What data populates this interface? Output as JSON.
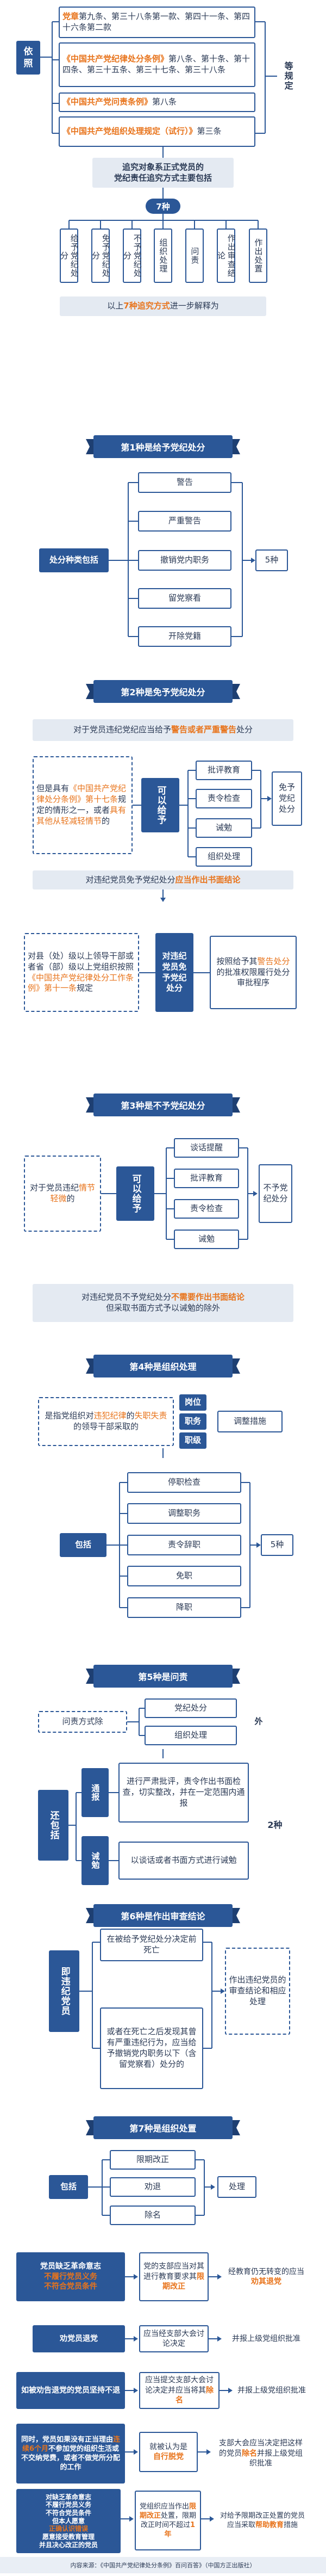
{
  "basis": {
    "label": "依照",
    "items": [
      [
        "党章",
        "第九条、第三十八条第一款、第四十一条、第四十六条第二款"
      ],
      [
        "《中国共产党纪律处分条例》",
        "第八条、第十条、第十四条、第三十五条、第三十七条、第三十八条"
      ],
      [
        "《中国共产党问责条例》",
        "第八条"
      ],
      [
        "《中国共产党组织处理规定（试行）》",
        "第三条"
      ]
    ],
    "side": "等规定"
  },
  "summary": {
    "line1": "追究对象系正式党员的",
    "line2": "党纪责任追究方式主要包括",
    "count": "7种",
    "ways": [
      "给予党纪处分",
      "免予党纪处分",
      "不予党纪处分",
      "组织处理",
      "问责",
      "作出审查结论",
      "作出处置"
    ],
    "intro_pre": "以上",
    "intro_hl": "7种追究方式",
    "intro_post": "进一步解释为"
  },
  "s1": {
    "title": "第1种是给予党纪处分",
    "left": "处分种类包括",
    "items": [
      "警告",
      "严重警告",
      "撤销党内职务",
      "留党察看",
      "开除党籍"
    ],
    "right": "5种"
  },
  "s2": {
    "title": "第2种是免予党纪处分",
    "note_pre": "对于党员违纪党纪应当给予",
    "note_hl": "警告或者严重警告",
    "note_post": "处分",
    "cond_a": "但是具有",
    "cond_b": "《中国共产党纪律处分条例》第十七条",
    "cond_c": "规定的情形之一，或者",
    "cond_d": "具有其他从轻减轻情节",
    "cond_e": "的",
    "mid": "可以给予",
    "items": [
      "批评教育",
      "责令检查",
      "诫勉",
      "组织处理"
    ],
    "right": "免予党纪处分",
    "rule_pre": "对违纪党员免予党纪处分",
    "rule_hl": "应当作出书面结论",
    "spec_a": "对县（处）级以上领导干部或者省（部）级以上党组织按照",
    "spec_b": "《中国共产党纪律处分工作条例》",
    "spec_c": "第十一条",
    "spec_d": "规定",
    "spec_mid": "对违纪党员免予党纪处分",
    "spec_right_a": "按照给予其",
    "spec_right_b": "警告处分",
    "spec_right_c": "的批准权限履行处分审批程序"
  },
  "s3": {
    "title": "第3种是不予党纪处分",
    "left_a": "对于党员违纪",
    "left_b": "情节轻微",
    "left_c": "的",
    "mid": "可以给予",
    "items": [
      "谈话提醒",
      "批评教育",
      "责令检查",
      "诫勉"
    ],
    "right": "不予党纪处分",
    "rule_a": "对违纪党员不予党纪处分",
    "rule_b": "不需要作出书面结论",
    "rule_c": "但采取书面方式予以诫勉的除外"
  },
  "s4": {
    "title": "第4种是组织处理",
    "left_a": "是指党组织对",
    "left_b": "违犯纪律",
    "left_c": "的",
    "left_d": "失职失责",
    "left_e": "的领导干部采取的",
    "targets": [
      "岗位",
      "职务",
      "职级"
    ],
    "measure": "调整措施",
    "label": "包括",
    "items": [
      "停职检查",
      "调整职务",
      "责令辞职",
      "免职",
      "降职"
    ],
    "right": "5种"
  },
  "s5": {
    "title": "第5种是问责",
    "left": "问责方式除",
    "items": [
      "党纪处分",
      "组织处理"
    ],
    "right": "外",
    "also": "还包括",
    "sub1": "通报",
    "sub1_text": "进行严肃批评，责令作出书面检查，切实整改，并在一定范围内通报",
    "sub2": "诫勉",
    "sub2_text": "以谈话或者书面方式进行诫勉",
    "right2": "2种"
  },
  "s6": {
    "title": "第6种是作出审查结论",
    "left": "即违纪党员",
    "box1": "在被给予党纪处分决定前死亡",
    "box2": "或者在死亡之后发现其曾有严重违纪行为，应当给予撤销党内职务以下（含留党察看）处分的",
    "right": "作出违纪党员的审查结论和相应处理"
  },
  "s7": {
    "title": "第7种是组织处置",
    "label": "包括",
    "items": [
      "限期改正",
      "劝退",
      "除名"
    ],
    "right": "处理",
    "rows": [
      {
        "left_a": "党员缺乏革命意志",
        "left_b": "不履行党员义务",
        "left_c": "不符合党员条件",
        "mid_a": "党的支部应当对其进行教育",
        "mid_b": "要求其",
        "mid_c": "限期改正",
        "right_a": "经教育仍无转变的应当",
        "right_b": "劝其退党"
      },
      {
        "left_a": "劝党员退党",
        "mid": "应当经支部大会讨论决定",
        "right": "并报上级党组织批准"
      },
      {
        "left_a": "如被劝告退党的党员坚持不退",
        "mid_a": "应当提交支部大会讨论决定",
        "mid_b": "并应当将其",
        "mid_c": "除名",
        "right": "并报上级党组织批准"
      },
      {
        "left_a": "同时，党员如果没有正当理由",
        "left_b": "连续6个月",
        "left_c": "不参加党的组织生活或不交纳党费，或者不做党所分配的工作",
        "mid_a": "就被认为是",
        "mid_b": "自行脱党",
        "right_a": "支部大会应当决定把这样的党员",
        "right_b": "除名",
        "right_c": "并报上级党组织批准"
      },
      {
        "left_a": "对缺乏革命意志",
        "left_b": "不履行党员义务",
        "left_c": "不符合党员条件",
        "left_d": "但本人愿意",
        "left_e": "正确认识错误",
        "left_f": "愿意接受教育管理",
        "left_g": "并且决心改正的党员",
        "mid_a": "党组织应当作出",
        "mid_b": "限期改正",
        "mid_c": "处置，限期改正时间不超过",
        "mid_d": "1年",
        "right_a": "对给予限期改正处置的党员应当采取",
        "right_b": "帮助教育",
        "right_c": "措施"
      }
    ]
  },
  "footer": "内容来源：《中国共产党纪律处分条例》百问百答》（中国方正出版社）",
  "colors": {
    "navy": "#2b5797",
    "orange": "#e8741c",
    "red": "#d72d2d",
    "band": "#e4eaf2"
  }
}
